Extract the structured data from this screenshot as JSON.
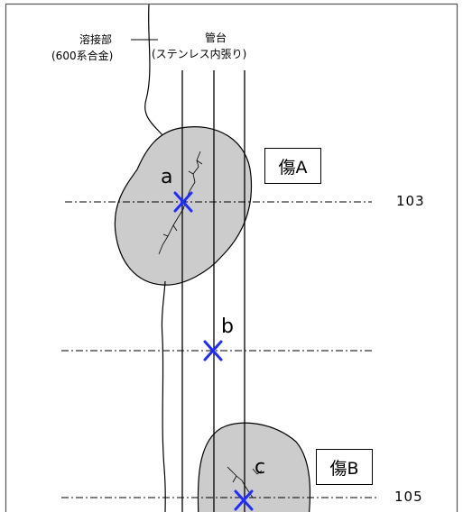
{
  "labels": {
    "weld_line1": "溶接部",
    "weld_line2": "(600系合金)",
    "tube_line1": "管台",
    "tube_line2": "(ステンレス内張り)",
    "flaw_a": "傷A",
    "flaw_b": "傷B",
    "point_a": "a",
    "point_b": "b",
    "point_c": "c",
    "ref_103": "103",
    "ref_105": "105"
  },
  "colors": {
    "marker": "#1f2bff",
    "flaw_fill": "#cccccc",
    "border": "#555555"
  }
}
